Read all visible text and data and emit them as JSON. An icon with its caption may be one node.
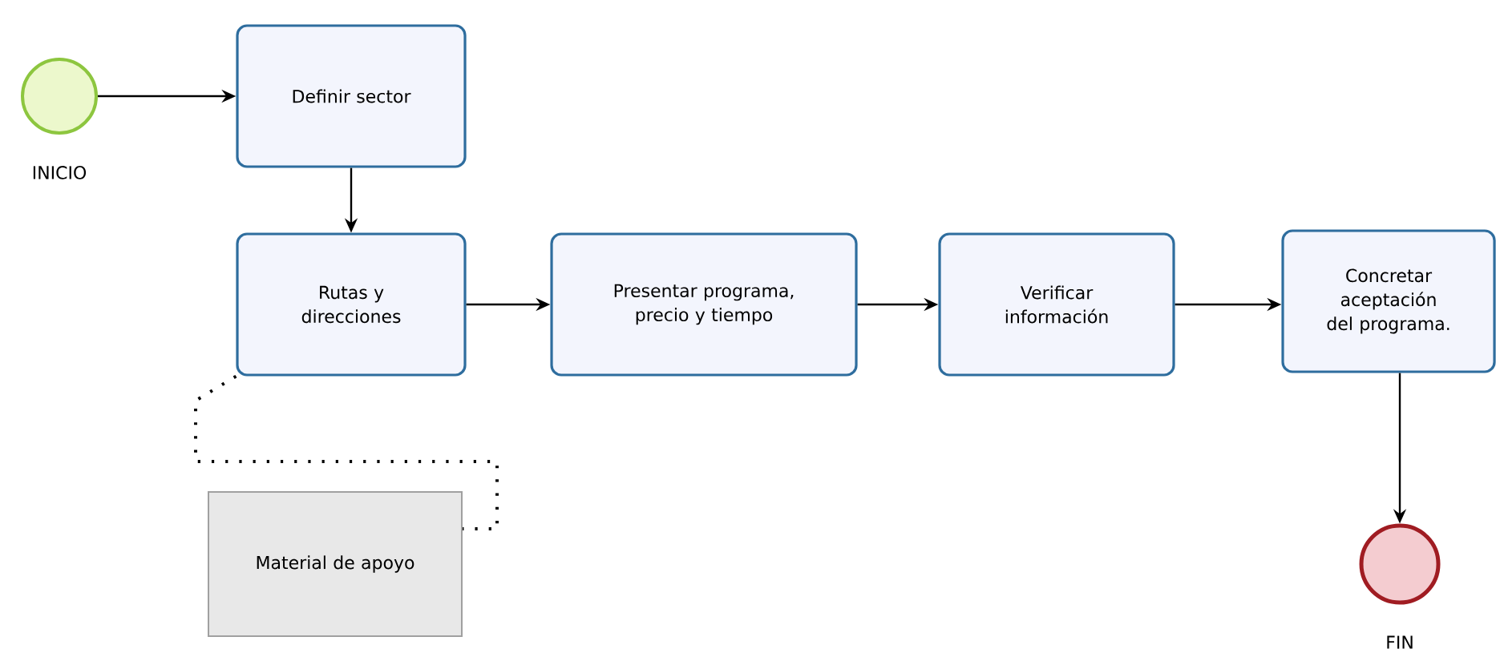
{
  "diagram": {
    "nodes": [
      {
        "text": [],
        "shape": "circle",
        "beside": [
          "INICIO"
        ]
      },
      {
        "text": [
          "Definir sector"
        ]
      },
      {
        "text": [
          "Rutas y direcciones"
        ]
      },
      {
        "text": [
          "Presentar programa, precio y tiempo"
        ]
      },
      {
        "text": [
          "Verificar información"
        ]
      },
      {
        "text": [
          "Concretar aceptación del programa."
        ]
      },
      {
        "text": [],
        "shape": "circle",
        "beside": [
          "FIN"
        ]
      },
      {
        "text": [
          "Material de apoyo"
        ]
      }
    ],
    "edges": [
      {
        "from": 0,
        "to": 1,
        "arrow": "to"
      },
      {
        "from": 1,
        "to": 2,
        "arrow": "to"
      },
      {
        "from": 2,
        "to": 3,
        "arrow": "to"
      },
      {
        "from": 3,
        "to": 4,
        "arrow": "to"
      },
      {
        "from": 4,
        "to": 5,
        "arrow": "to"
      },
      {
        "from": 5,
        "to": 6,
        "arrow": "to"
      },
      {
        "from": 2,
        "to": 7,
        "arrow": "none",
        "style": "dashed"
      }
    ]
  }
}
